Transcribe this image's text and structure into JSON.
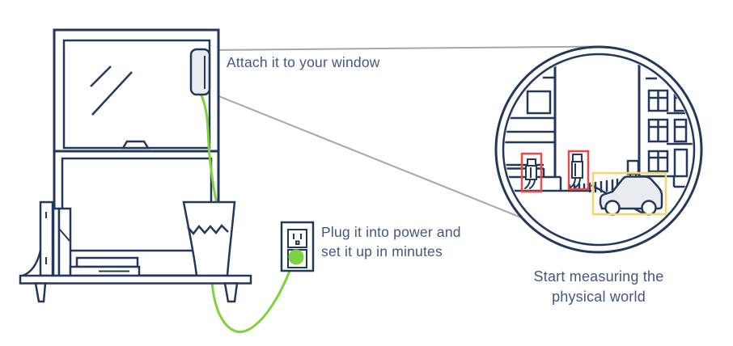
{
  "steps": {
    "attach": {
      "label": "Attach it to your window"
    },
    "plug": {
      "line1": "Plug it into power and",
      "line2": "set it up in minutes"
    },
    "measure": {
      "line1": "Start measuring the",
      "line2": "physical world"
    }
  },
  "colors": {
    "outline_navy": "#22395c",
    "caption_text": "#42587c",
    "cable_green": "#80d13e",
    "person_detection_red": "#ea4a4a",
    "vehicle_detection_yellow": "#f6d46c",
    "connector_gray": "#a7a7a7",
    "panel_fill_gray": "#e9ebee",
    "background": "#ffffff"
  },
  "icons": [
    "window-icon",
    "sensor-device-icon",
    "power-cable-icon",
    "power-outlet-icon",
    "power-plug-icon",
    "books-icon",
    "vase-icon",
    "shelf-icon",
    "magnifier-circle-icon",
    "left-building-icon",
    "right-building-icon",
    "pedestrian-icon",
    "car-icon",
    "parking-meter-icon",
    "person-detection-box",
    "vehicle-detection-box"
  ]
}
